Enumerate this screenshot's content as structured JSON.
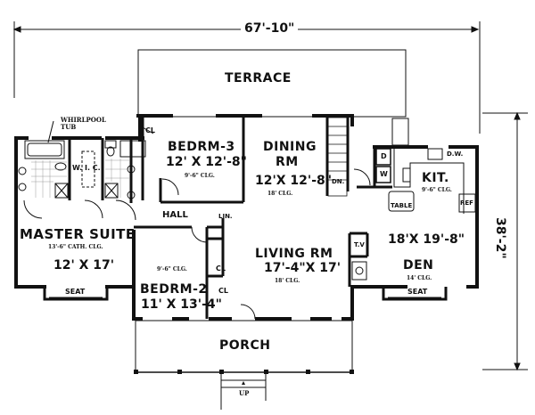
{
  "plan": {
    "overall_width": "67'-10\"",
    "overall_depth": "38'-2\""
  },
  "rooms": {
    "terrace": {
      "name": "TERRACE"
    },
    "master_suite": {
      "name": "MASTER SUITE",
      "ceiling": "13'-6\" CATH. CLG.",
      "size": "12' X 17'",
      "seat": "SEAT"
    },
    "whirlpool": {
      "label_1": "WHIRLPOOL",
      "label_2": "TUB"
    },
    "wic": {
      "name": "W. I. C."
    },
    "bedroom3": {
      "name": "BEDRM-3",
      "size": "12' X 12'-8\"",
      "ceiling": "9'-6\" CLG.",
      "closet": "CL"
    },
    "dining": {
      "name_1": "DINING",
      "name_2": "RM",
      "size": "12'X 12'-8\"",
      "ceiling": "18' CLG."
    },
    "stair": {
      "label": "DN."
    },
    "laundry": {
      "dryer": "D",
      "washer": "W"
    },
    "kitchen": {
      "name": "KIT.",
      "ceiling": "9'-6\" CLG.",
      "dishwasher": "D.W.",
      "refrigerator": "REF",
      "table": "TABLE"
    },
    "hall": {
      "name": "HALL",
      "linen": "LIN."
    },
    "bedroom2": {
      "name": "BEDRM-2",
      "size": "11' X 13'-4\"",
      "ceiling": "9'-6\" CLG.",
      "closet_1": "CL",
      "closet_2": "CL"
    },
    "living": {
      "name": "LIVING RM",
      "size": "17'-4\"X 17'",
      "ceiling": "18' CLG."
    },
    "den": {
      "name": "DEN",
      "size": "18'X 19'-8\"",
      "ceiling": "14' CLG.",
      "tv": "T.V",
      "seat": "SEAT"
    },
    "porch": {
      "name": "PORCH",
      "steps": "UP"
    }
  }
}
